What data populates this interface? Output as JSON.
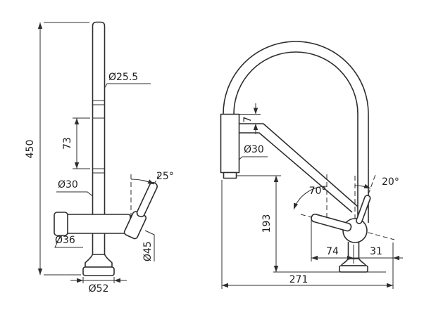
{
  "style": {
    "line_color": "#2d2d2d",
    "background": "#ffffff"
  },
  "drawing": {
    "front_view": {
      "overall_height": "450",
      "spout_diameter": "Ø25.5",
      "upper_section_length": "73",
      "column_diameter": "Ø30",
      "handle_angle": "25°",
      "valve_diameter": "Ø36",
      "handle_diameter": "Ø45",
      "base_diameter": "Ø52"
    },
    "side_view": {
      "spout_drop": "7",
      "column_diameter": "Ø30",
      "spray_angle": "70°",
      "lever_angle": "20°",
      "head_height": "193",
      "head_offset": "74",
      "lever_offset": "31",
      "overall_depth": "271"
    }
  }
}
